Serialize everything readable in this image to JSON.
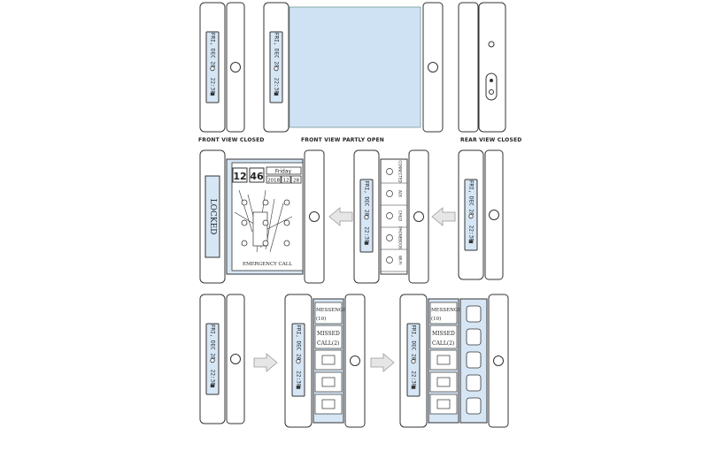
{
  "colors": {
    "outline": "#333333",
    "screen": "#d6e6f5",
    "big_screen": "#cfe2f3",
    "arrow_fill": "#e6e6e6"
  },
  "captions": {
    "front_closed": "FRONT VIEW CLOSED",
    "front_partly_open": "FRONT VIEW PARTLY OPEN",
    "rear_closed": "REAR VIEW CLOSED"
  },
  "status": {
    "date": "FRI, DEC 28",
    "time": "22:38"
  },
  "lock": {
    "label": "LOCKED"
  },
  "lockscreen": {
    "hour": "12",
    "minute": "46",
    "weekday": "Friday",
    "year": "2018",
    "month": "12",
    "day": "28",
    "emergency": "EMERGENCY CALL"
  },
  "quick_settings": [
    "CONNECTED",
    "ACK",
    "CHILD",
    "PHONEBOOK",
    "WI-FI"
  ],
  "notifications": {
    "messenger": "MESSENGER",
    "messenger_count": "(10)",
    "missed_call": "MISSED",
    "missed_call_count": "CALL(2)"
  },
  "icons": {
    "settings": [
      "mute-icon",
      "phone-icon",
      "chat-icon",
      "folder-icon",
      "wifi-icon"
    ],
    "panel": [
      "mail-icon",
      "mail-edit-icon",
      "calendar-icon"
    ],
    "apps": [
      "phone-icon",
      "talk-icon",
      "timer-icon",
      "running-icon",
      "camera-icon"
    ]
  }
}
